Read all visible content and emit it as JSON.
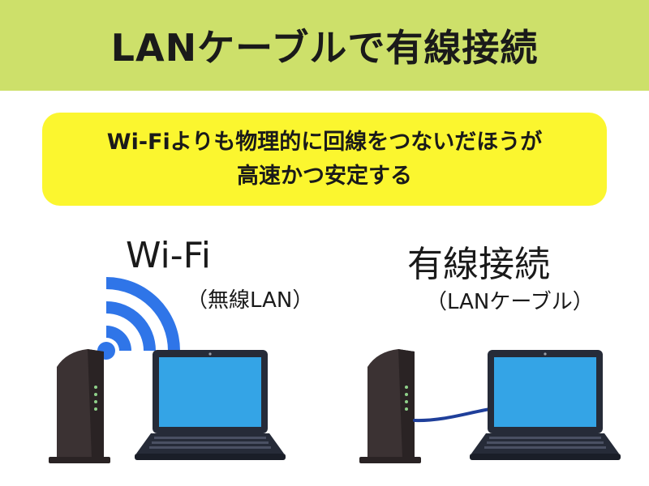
{
  "header": {
    "title": "LANケーブルで有線接続"
  },
  "callout": {
    "line1": "Wi-Fiよりも物理的に回線をつないだほうが",
    "line2": "高速かつ安定する"
  },
  "wifi": {
    "title": "Wi-Fi",
    "subtitle": "（無線LAN）"
  },
  "wired": {
    "title": "有線接続",
    "subtitle": "（LANケーブル）"
  },
  "colors": {
    "header_bg": "#cde06a",
    "callout_bg": "#fbf62f",
    "wifi_signal": "#2f75e8",
    "cable": "#1f3f9a",
    "screen": "#34a4e6",
    "device_body": "#3b3233"
  }
}
